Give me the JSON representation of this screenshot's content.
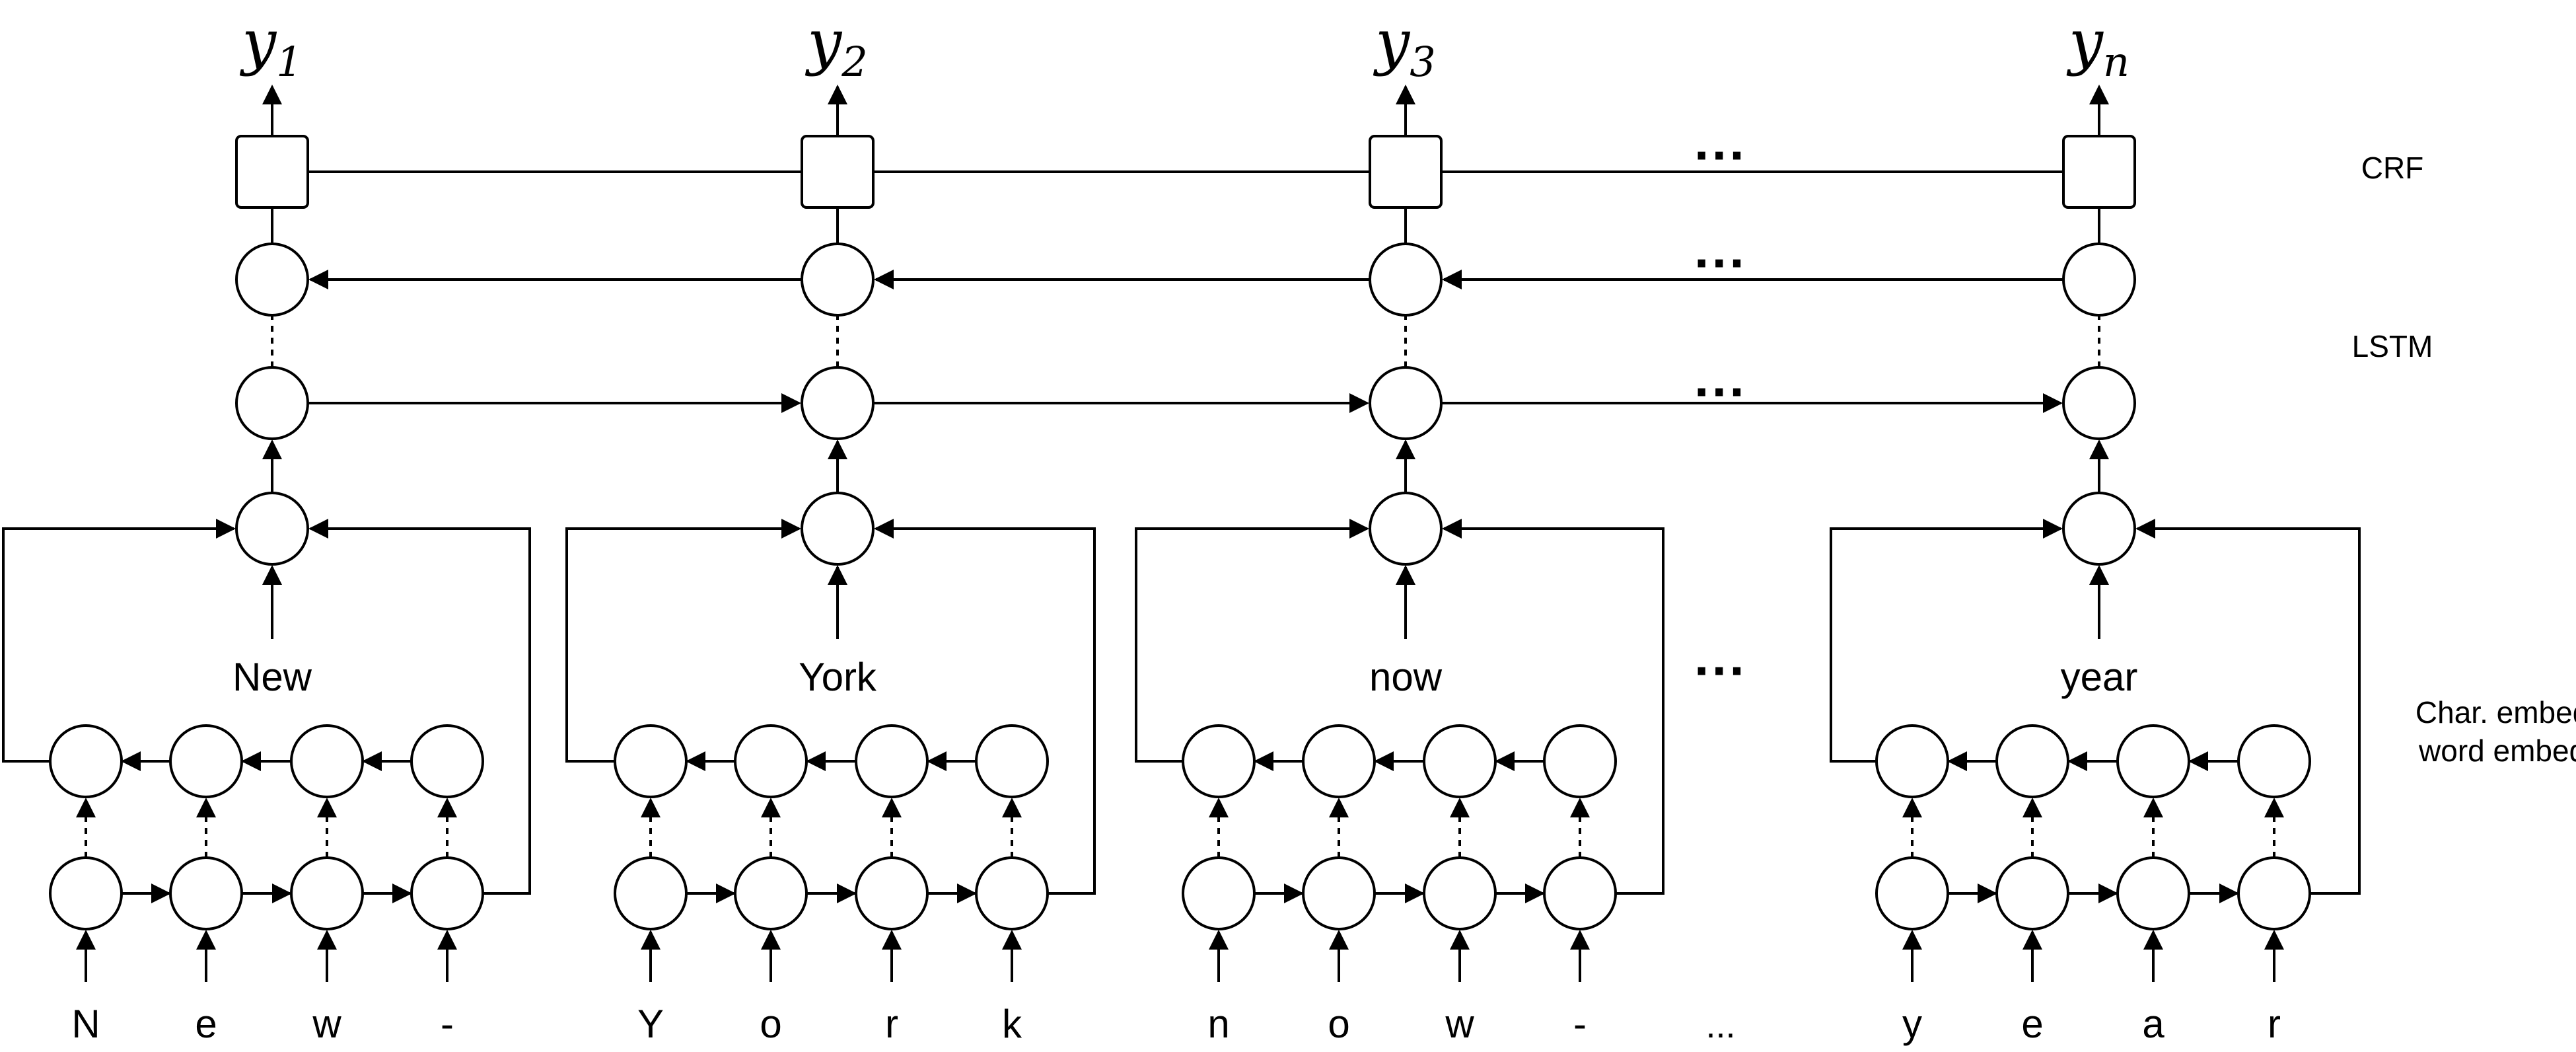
{
  "layers": {
    "crf": "CRF",
    "lstm": "LSTM",
    "char_embed": "Char. embed.",
    "word_embed": "word embed."
  },
  "outputs": [
    {
      "base": "y",
      "sub": "1"
    },
    {
      "base": "y",
      "sub": "2"
    },
    {
      "base": "y",
      "sub": "3"
    },
    {
      "base": "y",
      "sub": "n"
    }
  ],
  "words": [
    {
      "text": "New",
      "chars": [
        "N",
        "e",
        "w",
        "-"
      ]
    },
    {
      "text": "York",
      "chars": [
        "Y",
        "o",
        "r",
        "k"
      ]
    },
    {
      "text": "now",
      "chars": [
        "n",
        "o",
        "w",
        "-"
      ]
    },
    {
      "text": "year",
      "chars": [
        "y",
        "e",
        "a",
        "r"
      ]
    }
  ],
  "ellipsis": {
    "top": "···",
    "word": "···",
    "char": "..."
  },
  "colors": {
    "stroke": "#000000",
    "background": "#ffffff"
  }
}
